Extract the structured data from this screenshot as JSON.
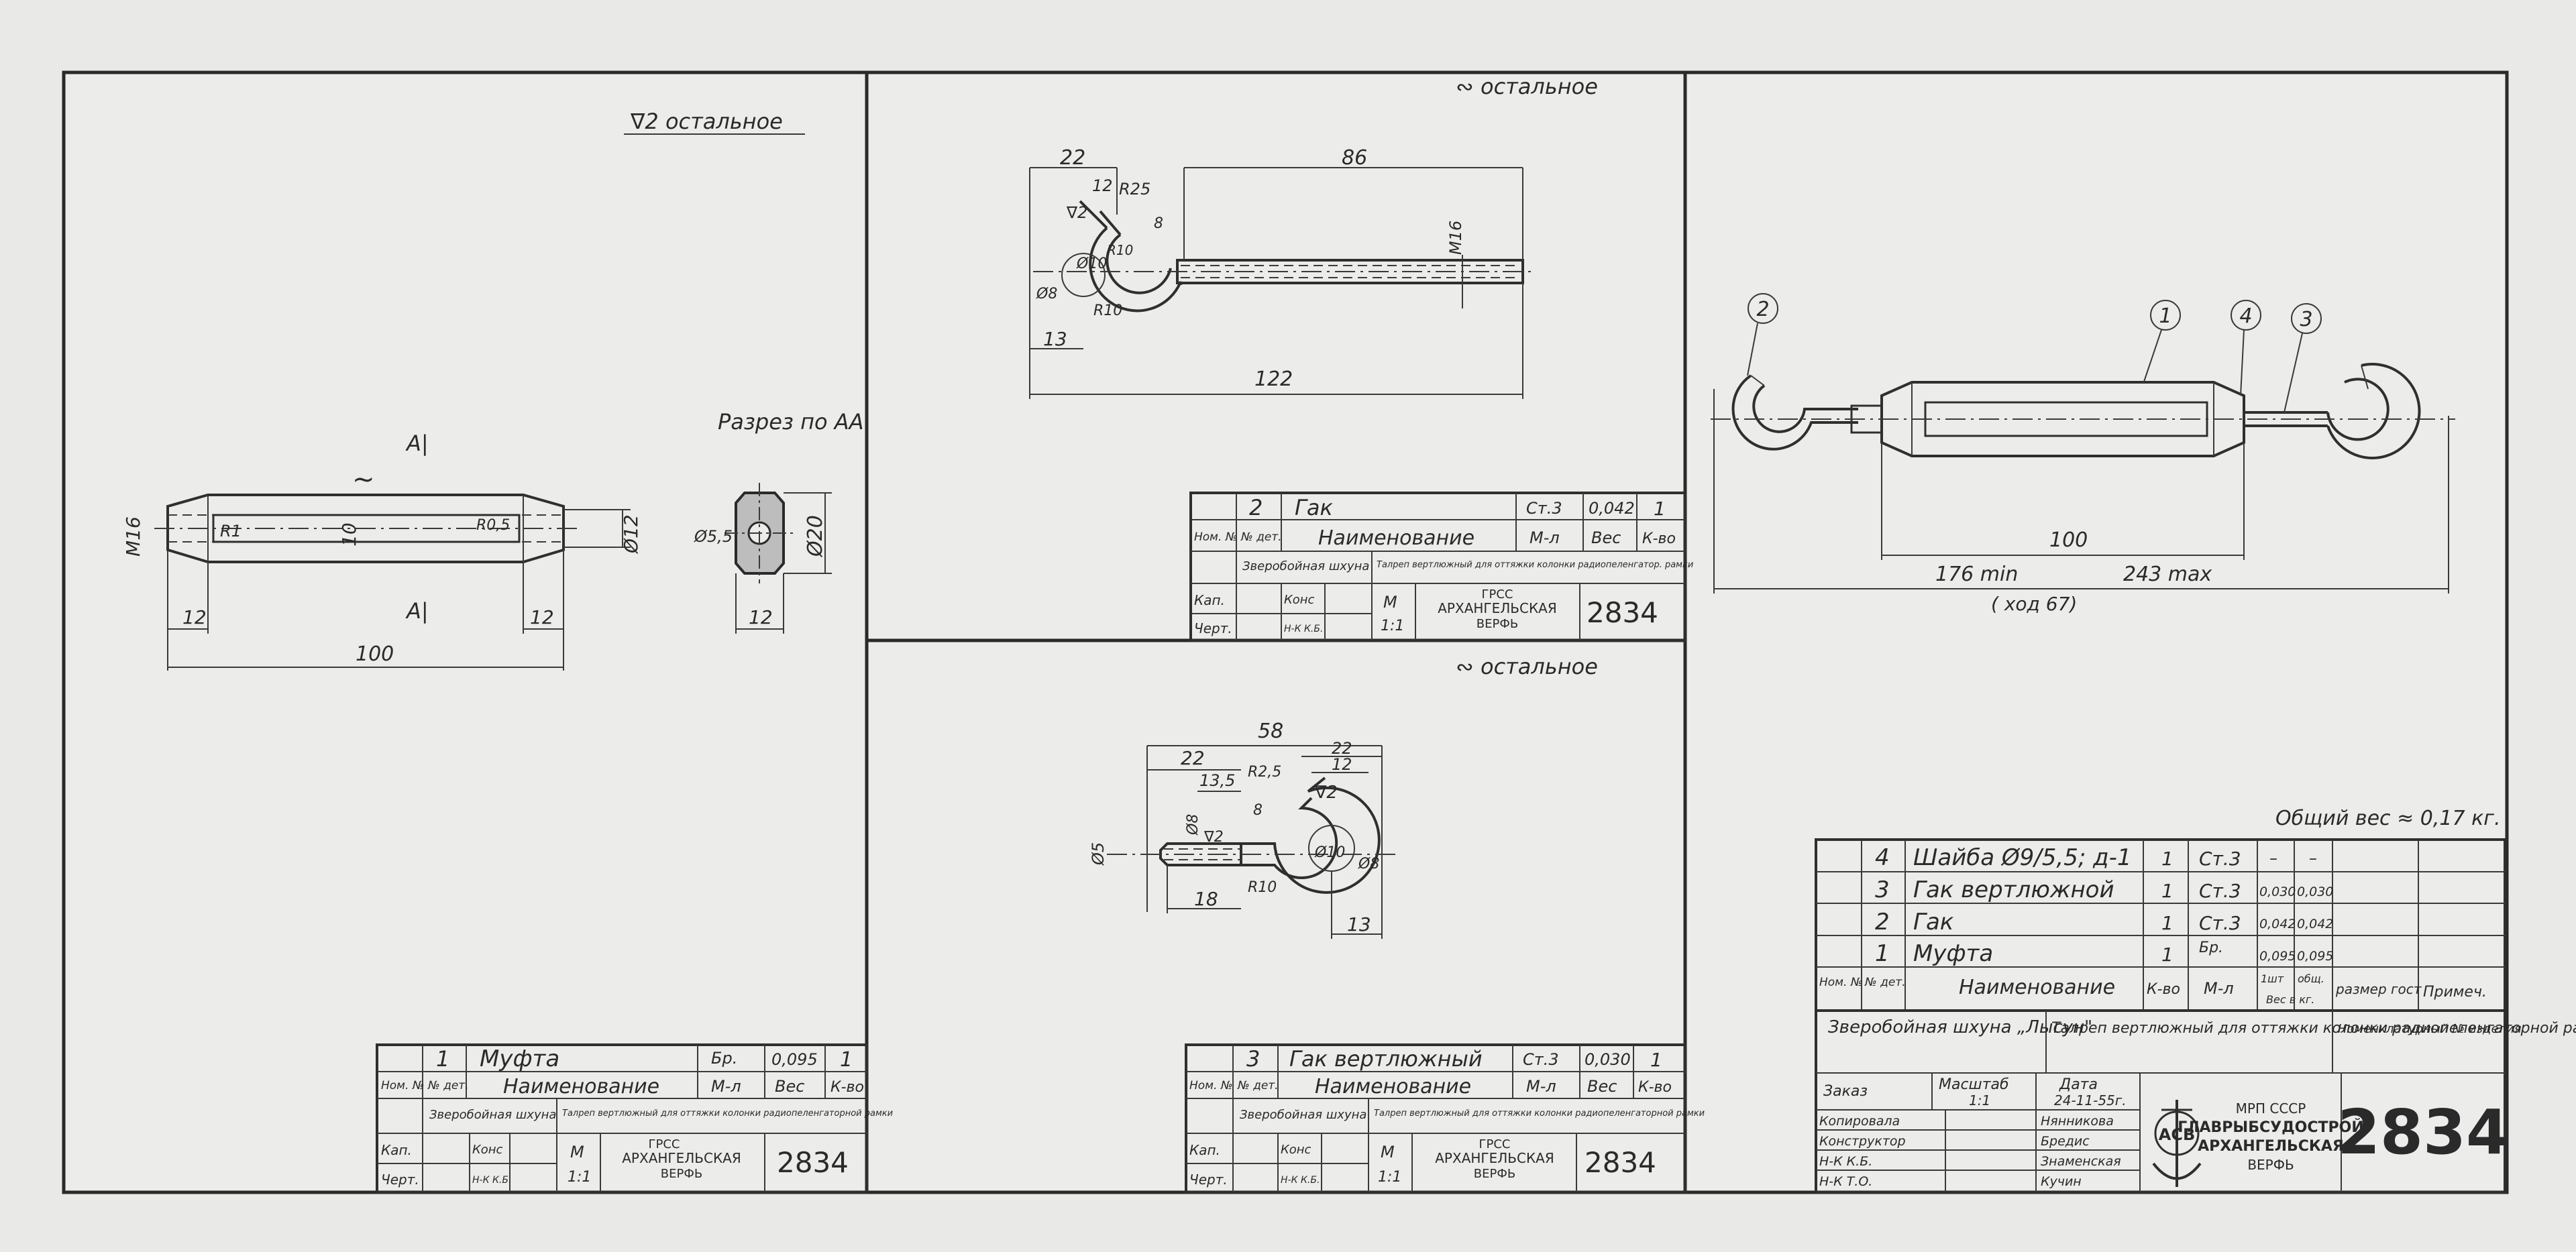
{
  "panel_muft": {
    "surface_note": "∇2 остальное",
    "section_label": "Разрез по АА",
    "section_mark_top": "А|",
    "section_mark_bottom": "А|",
    "wave_mark": "~",
    "dims": {
      "m16": "M16",
      "r1": "R1",
      "d10": "10",
      "r05": "R0,5",
      "d12": "Ø12",
      "len12a": "12",
      "len12b": "12",
      "len100": "100",
      "d55": "Ø5,5",
      "d20": "Ø20",
      "w12": "12"
    },
    "title_block": {
      "pos": "1",
      "name": "Муфта",
      "material": "Бр.",
      "weight": "0,095",
      "qty": "1",
      "h_pos": "Ном. №",
      "h_det": "№ дет.",
      "h_name": "Наименование",
      "h_mat": "М-л",
      "h_weight": "Вес",
      "h_qty": "К-во",
      "vessel": "Зверобойная шхуна",
      "assembly": "Талреп вертлюжный для оттяжки колонки радиопеленгаторной рамки",
      "kap": "Кап.",
      "kons": "Конс",
      "nk": "Н-К К.Б.",
      "cher": "Черт.",
      "scale_m": "М",
      "scale_v": "1:1",
      "org1": "ГРСС",
      "org2": "АРХАНГЕЛЬСКАЯ",
      "org3": "ВЕРФЬ",
      "number": "2834"
    }
  },
  "panel_hook": {
    "surface_note": "∾ остальное",
    "dims": {
      "w22": "22",
      "w12": "12",
      "r25": "R25",
      "c2": "∇2",
      "r10a": "R10",
      "d10": "Ø10",
      "d8": "Ø8",
      "r10b": "R10",
      "g8": "8",
      "m16": "M16",
      "len86": "86",
      "len13": "13",
      "len122": "122"
    },
    "title_block": {
      "pos": "2",
      "name": "Гак",
      "material": "Ст.3",
      "weight": "0,042",
      "qty": "1",
      "h_pos": "Ном. №",
      "h_det": "№ дет.",
      "h_name": "Наименование",
      "h_mat": "М-л",
      "h_weight": "Вес",
      "h_qty": "К-во",
      "vessel": "Зверобойная шхуна",
      "assembly": "Талреп вертлюжный для оттяжки колонки радиопеленгатор. рамки",
      "kap": "Кап.",
      "kons": "Конс",
      "nk": "Н-К К.Б.",
      "cher": "Черт.",
      "scale_m": "М",
      "scale_v": "1:1",
      "org1": "ГРСС",
      "org2": "АРХАНГЕЛЬСКАЯ",
      "org3": "ВЕРФЬ",
      "number": "2834"
    }
  },
  "panel_swivel": {
    "surface_note": "∾ остальное",
    "dims": {
      "w58": "58",
      "w22": "22",
      "w135": "13,5",
      "r25": "R2,5",
      "w22b": "22",
      "w12": "12",
      "d5": "Ø5",
      "d8": "Ø8",
      "c2a": "∇2",
      "c2b": "∇2",
      "g8": "8",
      "d10": "Ø10",
      "d8b": "Ø8",
      "r10": "R10",
      "len18": "18",
      "len13": "13"
    },
    "title_block": {
      "pos": "3",
      "name": "Гак вертлюжный",
      "material": "Ст.3",
      "weight": "0,030",
      "qty": "1",
      "h_pos": "Ном. №",
      "h_det": "№ дет.",
      "h_name": "Наименование",
      "h_mat": "М-л",
      "h_weight": "Вес",
      "h_qty": "К-во",
      "vessel": "Зверобойная шхуна",
      "assembly": "Талреп вертлюжный для оттяжки колонки радиопеленгаторной рамки",
      "kap": "Кап.",
      "kons": "Конс",
      "nk": "Н-К К.Б.",
      "cher": "Черт.",
      "scale_m": "М",
      "scale_v": "1:1",
      "org1": "ГРСС",
      "org2": "АРХАНГЕЛЬСКАЯ",
      "org3": "ВЕРФЬ",
      "number": "2834"
    }
  },
  "panel_assembly": {
    "callouts": [
      "1",
      "2",
      "3",
      "4"
    ],
    "dims": {
      "len100": "100",
      "len176": "176 min",
      "len243": "243 max",
      "stroke": "( ход 67)"
    },
    "total_weight": "Общий вес ≈ 0,17 кг.",
    "parts": [
      {
        "pos": "4",
        "name": "Шайба Ø9/5,5; д-1",
        "qty": "1",
        "mat": "Ст.3",
        "w1": "–",
        "w2": "–"
      },
      {
        "pos": "3",
        "name": "Гак вертлюжной",
        "qty": "1",
        "mat": "Ст.3",
        "w1": "0,030",
        "w2": "0,030"
      },
      {
        "pos": "2",
        "name": "Гак",
        "qty": "1",
        "mat": "Ст.3",
        "w1": "0,042",
        "w2": "0,042"
      },
      {
        "pos": "1",
        "name": "Муфта",
        "qty": "1",
        "mat": "Бр.",
        "w1": "0,095",
        "w2": "0,095"
      }
    ],
    "header": {
      "pos": "Ном. №",
      "det": "№ дет.",
      "name": "Наименование",
      "qty": "К-во",
      "mat": "М-л",
      "w1": "1шт",
      "w2": "общ.",
      "wt": "Вес в кг.",
      "size": "размер гост",
      "note": "Примеч."
    },
    "vessel": "Зверобойная шхуна „Лысун\"",
    "assembly": "Талреп вертлюжный для оттяжки колонки радиопеленгаторной рамки",
    "nomen": "Номенклатурный № изделия",
    "order": "Заказ",
    "scale_h": "Масштаб",
    "scale_v": "1:1",
    "date_h": "Дата",
    "date_v": "24-11-55г.",
    "roles": [
      {
        "role": "Копировала",
        "name": "Нянникова"
      },
      {
        "role": "Конструктор",
        "name": "Бредис"
      },
      {
        "role": "Н-К К.Б.",
        "name": "Знаменская"
      },
      {
        "role": "Н-К Т.О.",
        "name": "Кучин"
      }
    ],
    "logo_text": "АСВ",
    "org1": "МРП СССР",
    "org2": "ГЛАВРЫБСУДОСТРОЙ",
    "org3": "АРХАНГЕЛЬСКАЯ",
    "org4": "ВЕРФЬ",
    "number": "2834"
  }
}
